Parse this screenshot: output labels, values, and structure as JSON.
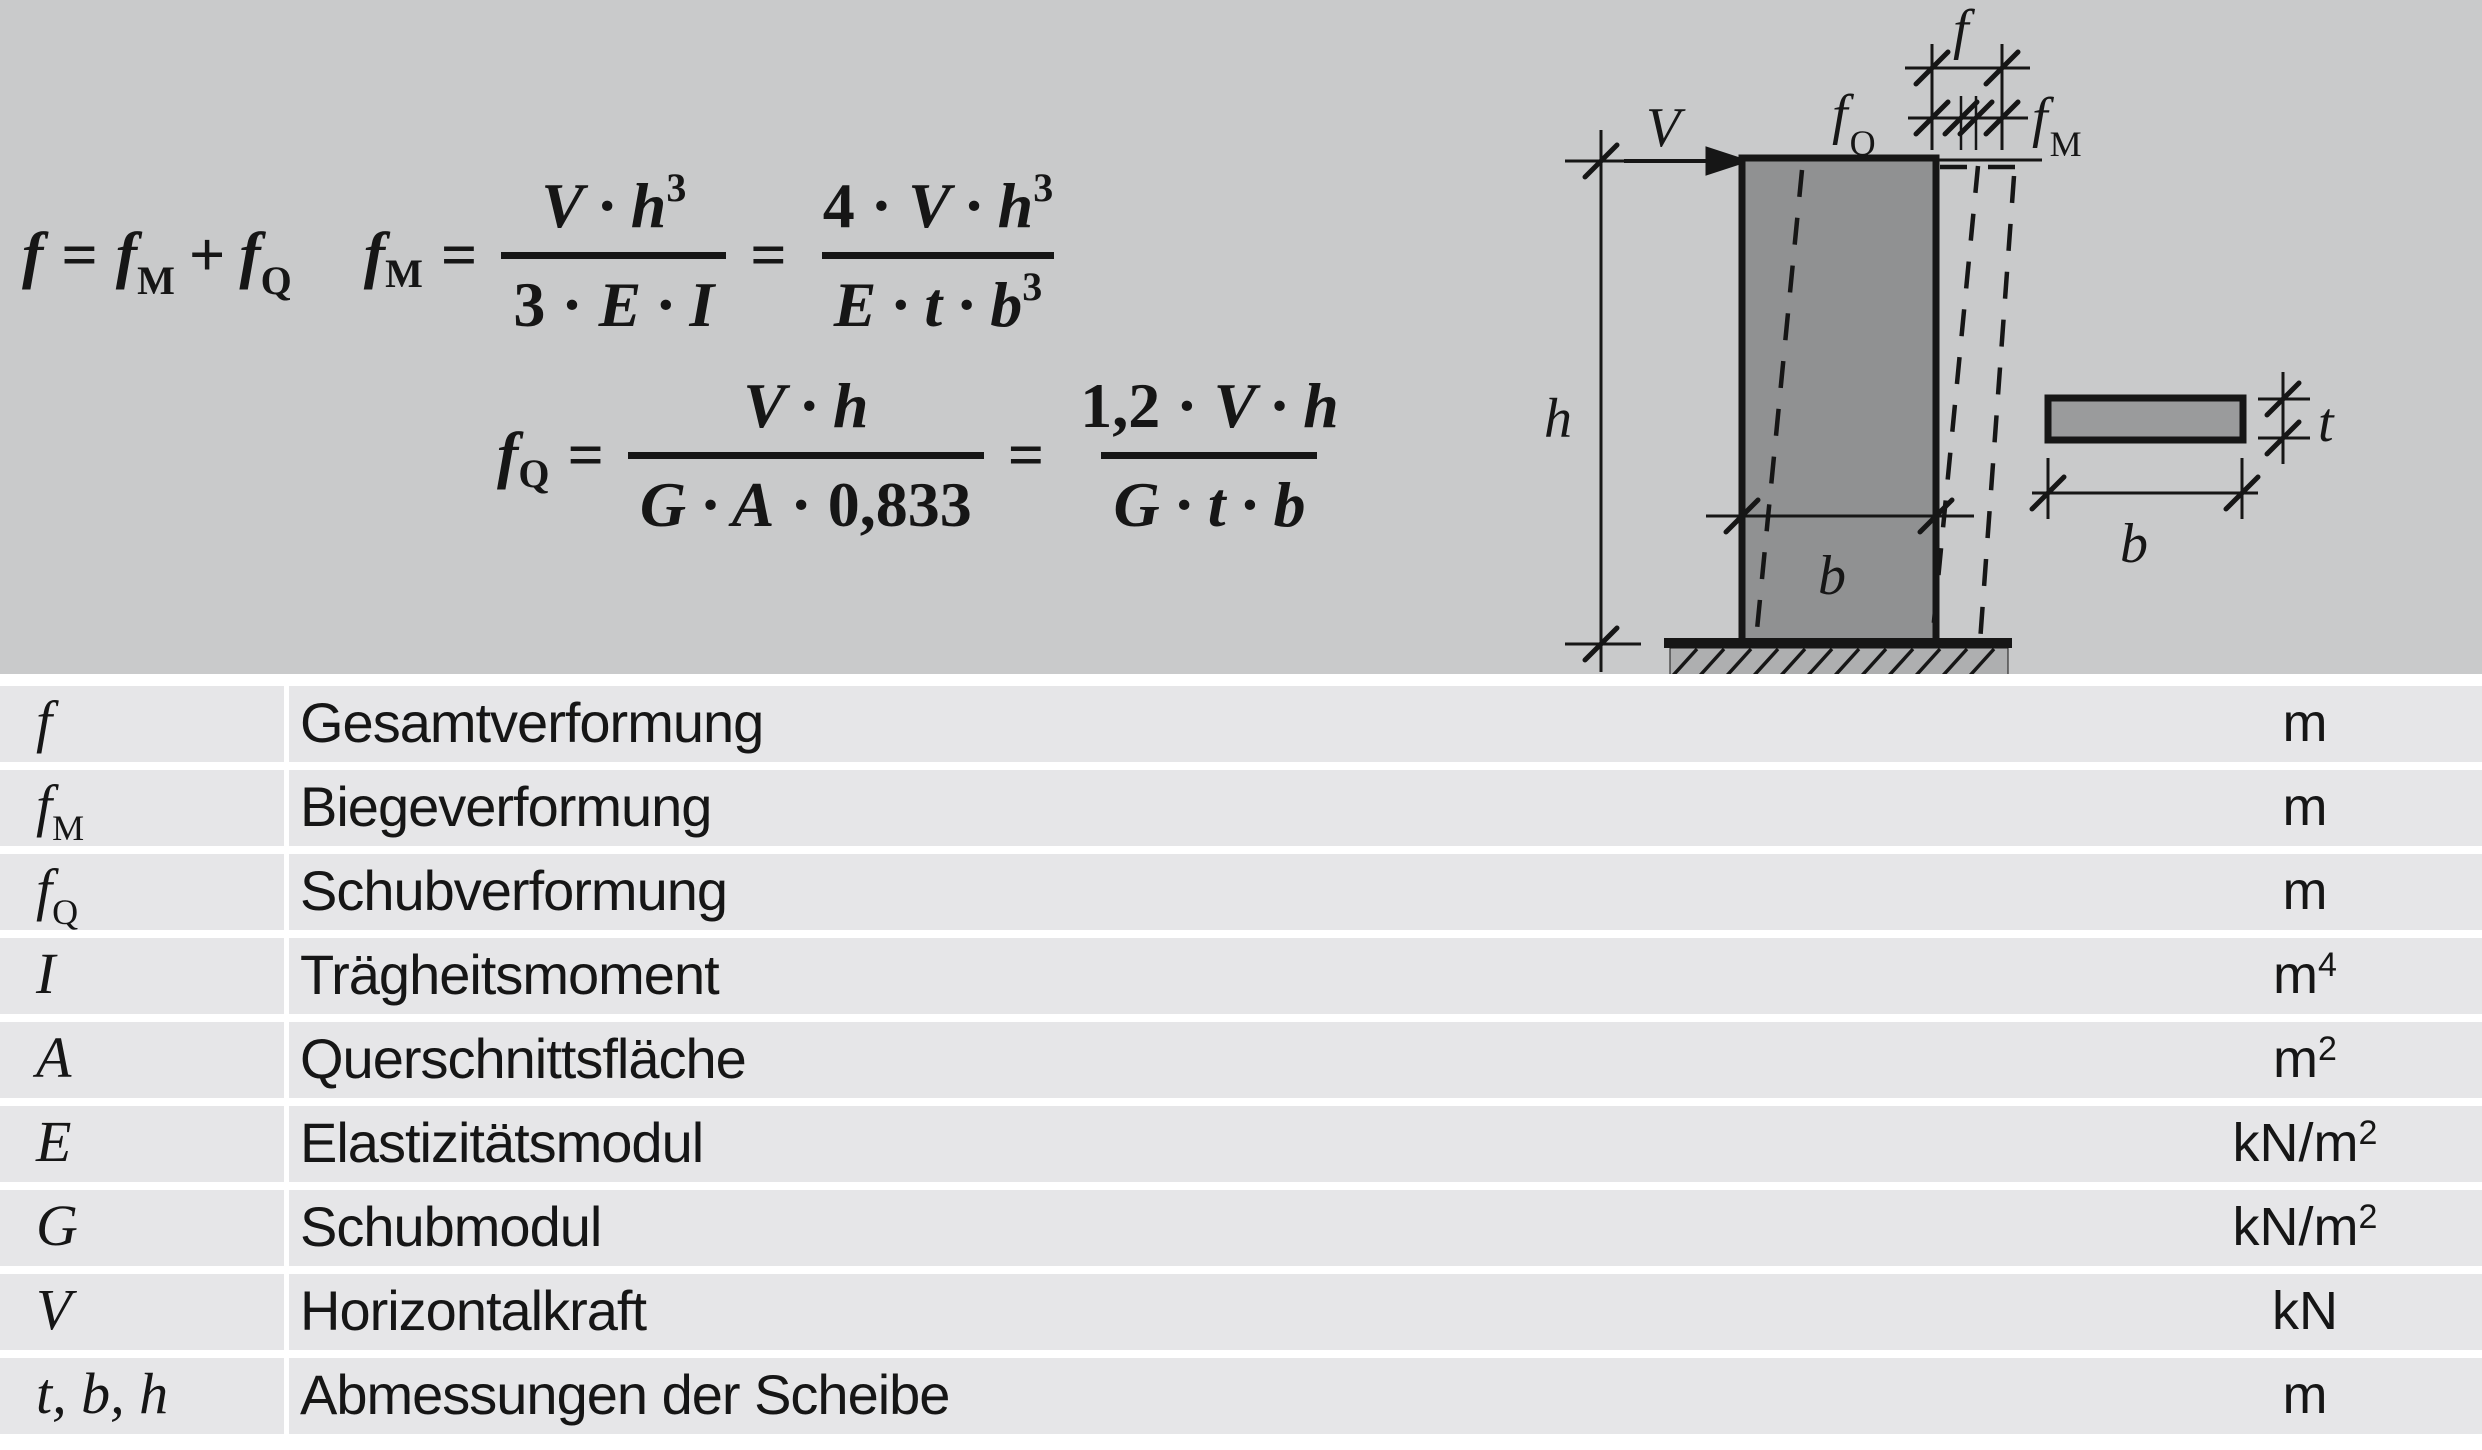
{
  "colors": {
    "ink": "#161616",
    "panel": "#c9cacb",
    "row": "#e6e6e8",
    "wall": "#909192",
    "hatch": "#aeafb0",
    "sect": "#9a9b9c",
    "page": "#ffffff"
  },
  "formulas": {
    "identity": {
      "lhs": "f",
      "eq": "=",
      "term1": "f",
      "term1_sub": "M",
      "op": "+",
      "term2": "f",
      "term2_sub": "Q"
    },
    "bending": {
      "sym": "f",
      "sym_sub": "M",
      "eq1": "=",
      "frac1": {
        "num_mid": "V · h",
        "num_sup": "3",
        "den_pre": "3 · ",
        "den_mid": "E · I"
      },
      "eq2": "=",
      "frac2": {
        "num_pre": "4 · ",
        "num_mid": "V · h",
        "num_sup": "3",
        "den_mid": "E · t · b",
        "den_sup": "3"
      }
    },
    "shear": {
      "sym": "f",
      "sym_sub": "Q",
      "eq1": "=",
      "frac1": {
        "num_mid": "V · h",
        "den_mid": "G · A",
        "den_post": " · 0,833"
      },
      "eq2": "=",
      "frac2": {
        "num_pre": "1,2 · ",
        "num_mid": "V · h",
        "den_mid": "G · t · b"
      }
    }
  },
  "diagram": {
    "v_label": "V",
    "h_label": "h",
    "b_label": "b",
    "f_label": "f",
    "fq_main": "f",
    "fq_sub": "Q",
    "fm_main": "f",
    "fm_sub": "M",
    "t_label": "t",
    "b_section_label": "b"
  },
  "table": {
    "rows": [
      {
        "sym": "f",
        "sub": "",
        "desc": "Gesamtverformung",
        "unit": "m",
        "usup": ""
      },
      {
        "sym": "f",
        "sub": "M",
        "desc": "Biegeverformung",
        "unit": "m",
        "usup": ""
      },
      {
        "sym": "f",
        "sub": "Q",
        "desc": "Schubverformung",
        "unit": "m",
        "usup": ""
      },
      {
        "sym": "I",
        "sub": "",
        "desc": "Trägheitsmoment",
        "unit": "m",
        "usup": "4"
      },
      {
        "sym": "A",
        "sub": "",
        "desc": "Querschnittsfläche",
        "unit": "m",
        "usup": "2"
      },
      {
        "sym": "E",
        "sub": "",
        "desc": "Elastizitätsmodul",
        "unit": "kN/m",
        "usup": "2"
      },
      {
        "sym": "G",
        "sub": "",
        "desc": "Schubmodul",
        "unit": "kN/m",
        "usup": "2"
      },
      {
        "sym": "V",
        "sub": "",
        "desc": "Horizontalkraft",
        "unit": "kN",
        "usup": ""
      },
      {
        "sym": "t, b, h",
        "sub": "",
        "desc": "Abmessungen der Scheibe",
        "unit": "m",
        "usup": ""
      }
    ]
  }
}
